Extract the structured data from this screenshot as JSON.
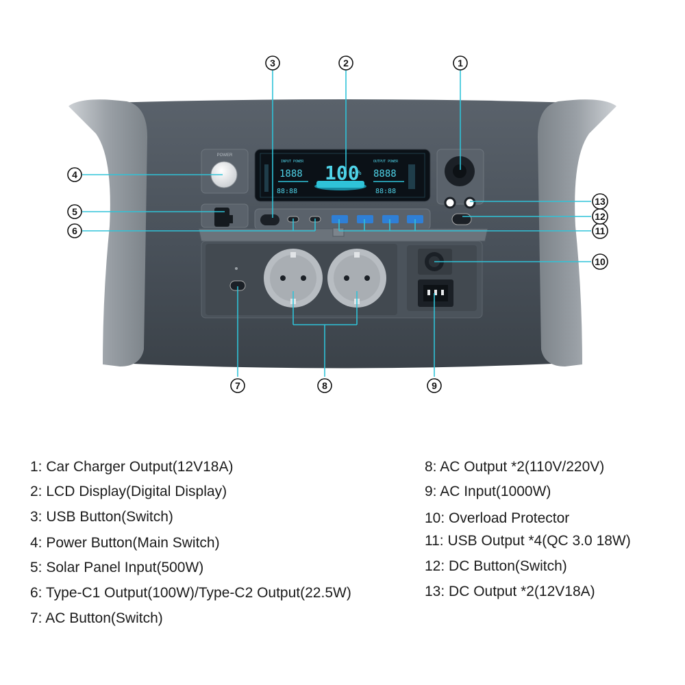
{
  "product": {
    "panel_labels": {
      "power_button_label": "POWER",
      "lcd_input_label": "INPUT POWER",
      "lcd_output_label": "OUTPUT POWER",
      "lcd_percent": "100",
      "lcd_percent_unit": "%",
      "lcd_input_value": "1888",
      "lcd_output_value": "8888",
      "lcd_time_left": "88:88",
      "lcd_time_right": "88:88"
    }
  },
  "callouts": [
    "1",
    "2",
    "3",
    "4",
    "5",
    "6",
    "7",
    "8",
    "9",
    "10",
    "11",
    "12",
    "13"
  ],
  "legend": {
    "left": [
      "1: Car Charger Output(12V18A)",
      "2: LCD Display(Digital Display)",
      "3: USB Button(Switch)",
      "4: Power Button(Main Switch)",
      "5: Solar Panel Input(500W)",
      "6: Type-C1 Output(100W)/Type-C2 Output(22.5W)",
      "7: AC Button(Switch)"
    ],
    "right": [
      "8: AC Output *2(110V/220V)",
      "9: AC Input(1000W)",
      "10: Overload Protector",
      "11: USB Output *4(QC 3.0 18W)",
      "12: DC Button(Switch)",
      "13: DC Output *2(12V18A)"
    ]
  },
  "colors": {
    "accent_cyan": "#2fc3d8",
    "body_dark": "#4a525c",
    "body_gray": "#8d949b",
    "lcd_bg": "#0b1117"
  }
}
